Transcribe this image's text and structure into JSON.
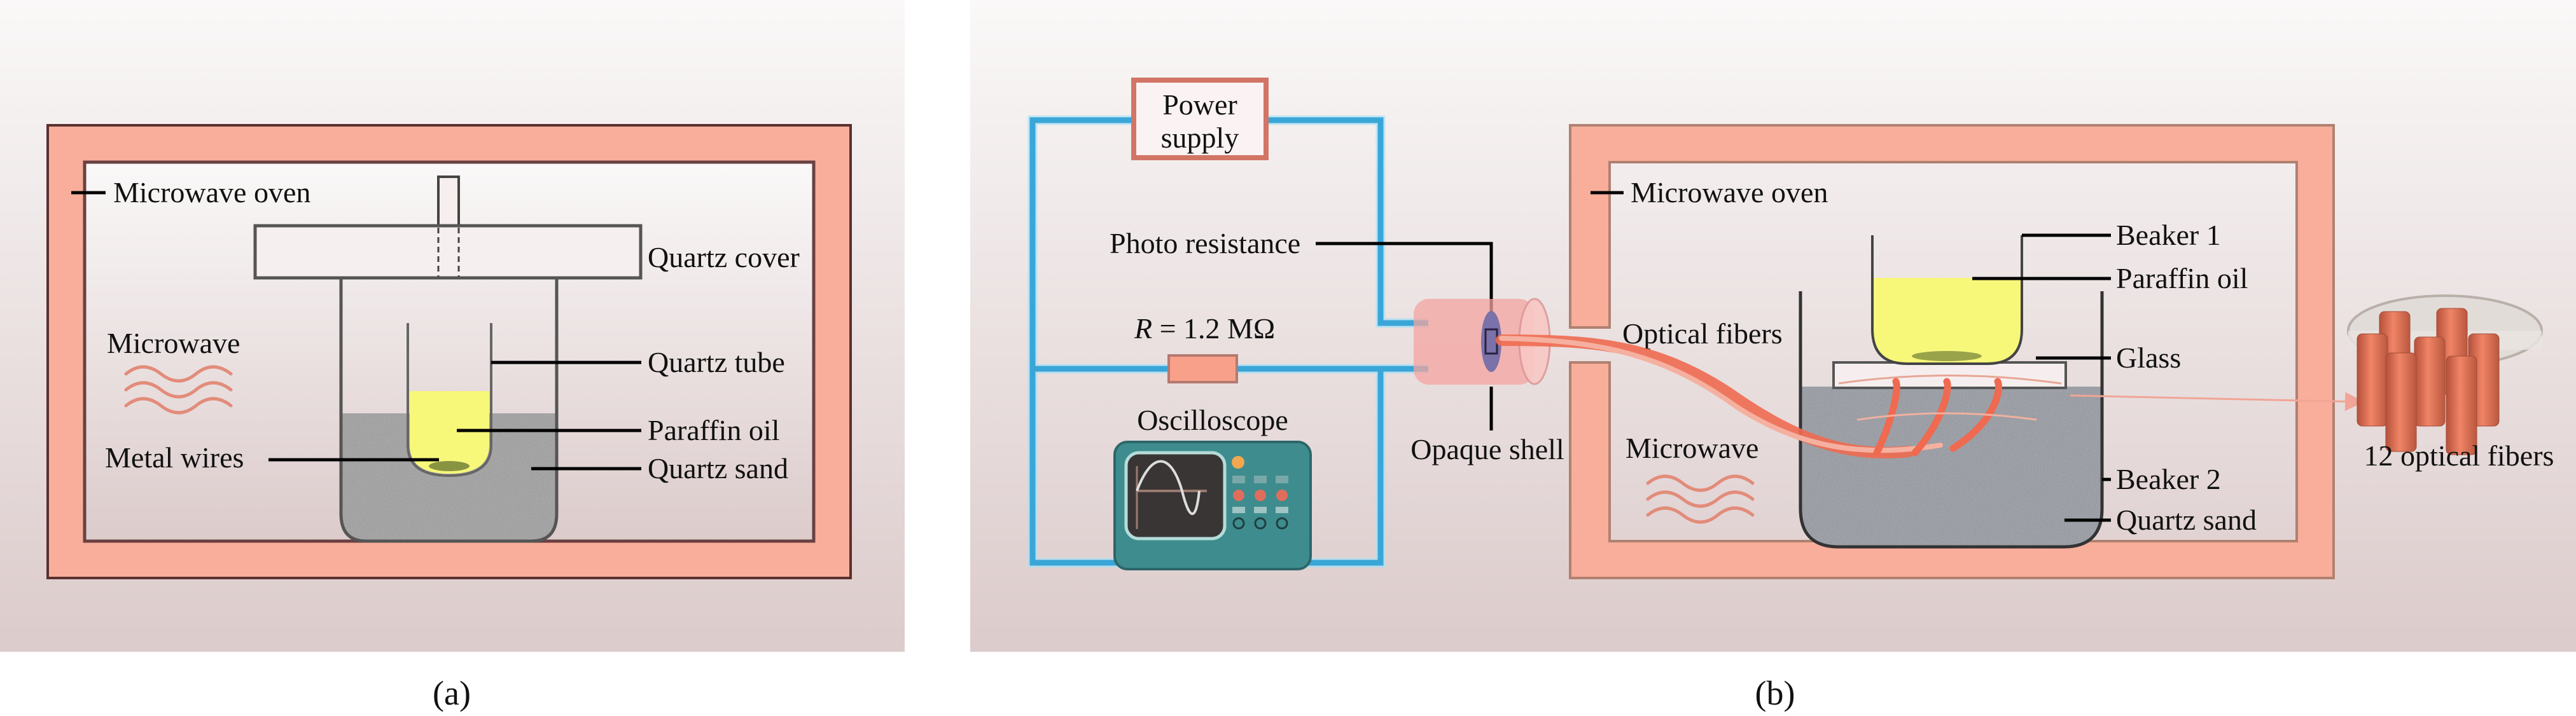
{
  "figure": {
    "panel_a": {
      "caption": "(a)",
      "labels": {
        "microwave_oven": "Microwave oven",
        "quartz_cover": "Quartz cover",
        "microwave": "Microwave",
        "quartz_tube": "Quartz tube",
        "paraffin_oil": "Paraffin oil",
        "metal_wires": "Metal wires",
        "quartz_sand": "Quartz sand"
      }
    },
    "panel_b": {
      "caption": "(b)",
      "labels": {
        "power_supply_line1": "Power",
        "power_supply_line2": "supply",
        "photo_resistance": "Photo resistance",
        "resistor_symbol": "R",
        "resistor_value": " = 1.2 MΩ",
        "oscilloscope": "Oscilloscope",
        "opaque_shell": "Opaque shell",
        "microwave_oven": "Microwave oven",
        "optical_fibers": "Optical fibers",
        "microwave": "Microwave",
        "beaker_1": "Beaker 1",
        "paraffin_oil": "Paraffin oil",
        "glass": "Glass",
        "beaker_2": "Beaker 2",
        "quartz_sand": "Quartz sand",
        "fiber_bundle": "12 optical fibers"
      }
    },
    "colors": {
      "oven_frame": "#f8ae9a",
      "wire": "#3aa6d8",
      "paraffin": "#f7f77a",
      "sand": "#8e939c",
      "fiber": "#ef6a50",
      "oscilloscope": "#3e8c8e"
    }
  }
}
